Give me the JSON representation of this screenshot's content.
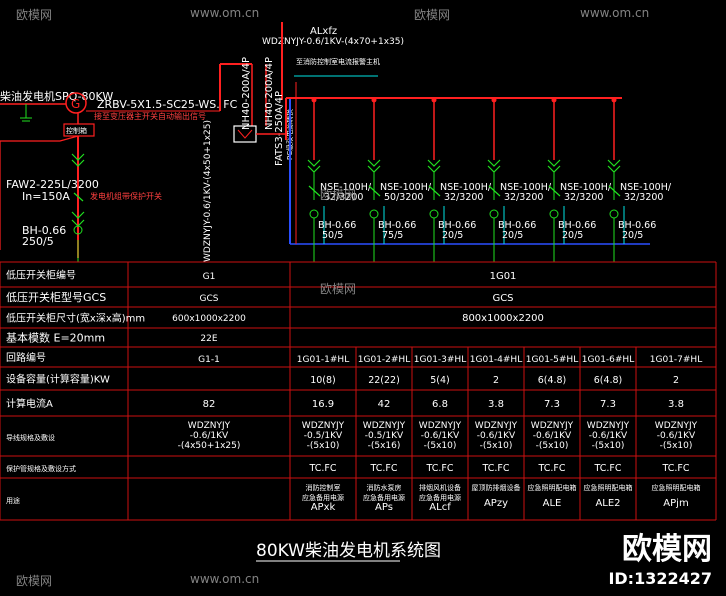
{
  "drawing": {
    "title": "80KW柴油发电机系统图",
    "generator": {
      "label": "柴油发电机SPQ-80KW",
      "symbol": "G"
    },
    "generator_cable": "ZRBV-5X1.5-SC25-WS. FC",
    "generator_signal": "接至变压器主开关自动输出信号",
    "control_box": "控制箱",
    "main_breaker": {
      "model": "FAW2-225L/3200",
      "setting": "In=150A"
    },
    "breaker_note": "发电机组带保护开关",
    "main_bh": {
      "model": "BH-0.66",
      "ratio": "250/5"
    },
    "incoming": {
      "id": "ALxfz",
      "cable": "WDZNYJY-0.6/1KV-(4x70+1x35)"
    },
    "vertical_cable": "WDZNYJY-0.6/1KV-(4x50+1x25)",
    "ats_switches": [
      "NH40-200A/4P",
      "NH40-200A/4P"
    ],
    "ats": {
      "model": "FATS3-250A/4P",
      "note": "PC级双电源转换"
    },
    "monitor_note": "至消防控制室电流报警主机",
    "feeders": [
      {
        "breaker": "NSE-100H/",
        "rating": "32/3200",
        "bh": "BH-0.66",
        "ratio": "50/5"
      },
      {
        "breaker": "NSE-100H/",
        "rating": "50/3200",
        "bh": "BH-0.66",
        "ratio": "75/5"
      },
      {
        "breaker": "NSE-100H/",
        "rating": "32/3200",
        "bh": "BH-0.66",
        "ratio": "20/5"
      },
      {
        "breaker": "NSE-100H/",
        "rating": "32/3200",
        "bh": "BH-0.66",
        "ratio": "20/5"
      },
      {
        "breaker": "NSE-100H/",
        "rating": "32/3200",
        "bh": "BH-0.66",
        "ratio": "20/5"
      },
      {
        "breaker": "NSE-100H/",
        "rating": "32/3200",
        "bh": "BH-0.66",
        "ratio": "20/5"
      }
    ]
  },
  "table": {
    "labels": [
      "低压开关柜编号",
      "低压开关柜型号GCS",
      "低压开关柜尺寸(宽x深x高)mm",
      "基本模数  E=20mm",
      "回路编号",
      "设备容量(计算容量)KW",
      "计算电流A",
      "导线规格及敷设",
      "保护管规格及敷设方式",
      "用途"
    ],
    "cabinet_a": {
      "id": "G1",
      "type": "GCS",
      "size": "600x1000x2200",
      "module": "22E"
    },
    "cabinet_b": {
      "id": "1G01",
      "type": "GCS",
      "size": "800x1000x2200"
    },
    "columns": [
      {
        "circuit": "G1-1",
        "capacity": "",
        "current": "82",
        "cable": [
          "WDZNYJY",
          "-0.6/1KV",
          "-(4x50+1x25)"
        ],
        "conduit": "",
        "use": [
          ""
        ]
      },
      {
        "circuit": "1G01-1#HL",
        "capacity": "10(8)",
        "current": "16.9",
        "cable": [
          "WDZNYJY",
          "-0.5/1KV",
          "-(5x10)"
        ],
        "conduit": "TC.FC",
        "use": [
          "消防控制室",
          "应急备用电源",
          "APxk"
        ]
      },
      {
        "circuit": "1G01-2#HL",
        "capacity": "22(22)",
        "current": "42",
        "cable": [
          "WDZNYJY",
          "-0.5/1KV",
          "-(5x16)"
        ],
        "conduit": "TC.FC",
        "use": [
          "消防水泵房",
          "应急备用电源",
          "APs"
        ]
      },
      {
        "circuit": "1G01-3#HL",
        "capacity": "5(4)",
        "current": "6.8",
        "cable": [
          "WDZNYJY",
          "-0.6/1KV",
          "-(5x10)"
        ],
        "conduit": "TC.FC",
        "use": [
          "排烟风机设备",
          "应急备用电源",
          "ALcf"
        ]
      },
      {
        "circuit": "1G01-4#HL",
        "capacity": "2",
        "current": "3.8",
        "cable": [
          "WDZNYJY",
          "-0.6/1KV",
          "-(5x10)"
        ],
        "conduit": "TC.FC",
        "use": [
          "屋顶防排烟设备",
          "APzy"
        ]
      },
      {
        "circuit": "1G01-5#HL",
        "capacity": "6(4.8)",
        "current": "7.3",
        "cable": [
          "WDZNYJY",
          "-0.6/1KV",
          "-(5x10)"
        ],
        "conduit": "TC.FC",
        "use": [
          "应急照明配电箱",
          "ALE"
        ]
      },
      {
        "circuit": "1G01-6#HL",
        "capacity": "6(4.8)",
        "current": "7.3",
        "cable": [
          "WDZNYJY",
          "-0.6/1KV",
          "-(5x10)"
        ],
        "conduit": "TC.FC",
        "use": [
          "应急照明配电箱",
          "ALE2"
        ]
      },
      {
        "circuit": "1G01-7#HL",
        "capacity": "2",
        "current": "3.8",
        "cable": [
          "WDZNYJY",
          "-0.6/1KV",
          "-(5x10)"
        ],
        "conduit": "TC.FC",
        "use": [
          "应急照明配电箱",
          "APjm"
        ]
      }
    ]
  },
  "watermarks": {
    "brand": "欧模网",
    "site": "www.om.cn",
    "id": "ID:1322427"
  },
  "colors": {
    "line": "#ff2020",
    "text": "#ffffff",
    "busbar": "#2a4fff",
    "cyan": "#00e5e5",
    "grid": "#cc1010",
    "green": "#20e020",
    "yellow": "#ffff40"
  }
}
